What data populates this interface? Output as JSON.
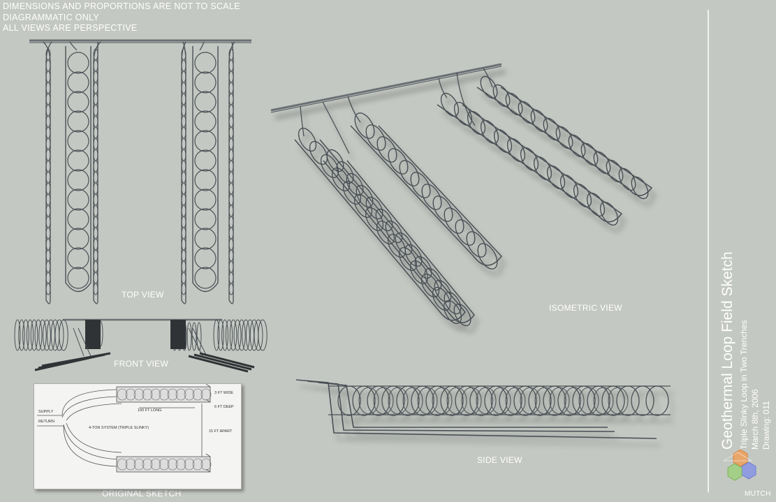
{
  "notes": {
    "line1": "DIMENSIONS AND PROPORTIONS ARE NOT TO SCALE",
    "line2": "DIAGRAMMATIC ONLY",
    "line3": "ALL VIEWS ARE PERSPECTIVE"
  },
  "views": {
    "top": "TOP VIEW",
    "front": "FRONT VIEW",
    "isometric": "ISOMETRIC VIEW",
    "side": "SIDE VIEW",
    "original": "ORIGINAL SKETCH"
  },
  "title_block": {
    "title": "Geothermal Loop Field Sketch",
    "subtitle": "Triple Slinky Loop in Two Trenches",
    "date": "March 8th, 2006",
    "drawing": "Drawing:  011",
    "logo_text": "MUTCH"
  },
  "original_sketch": {
    "supply": "SUPPLY",
    "return": "RETURN",
    "system": "4-TON SYSTEM (TRIPLE SLINKY)",
    "long": "100 FT LONG",
    "wide": "3 FT WIDE",
    "deep": "6 FT DEEP",
    "apart": "15 FT APART"
  },
  "colors": {
    "background": "#c4c8c2",
    "pipe": "#4a4f55",
    "text": "#ffffff"
  }
}
